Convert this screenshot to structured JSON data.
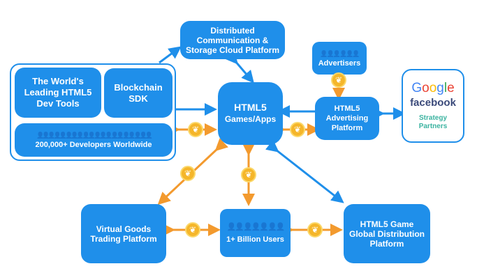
{
  "nodes": {
    "cloud": {
      "line1": "Distributed",
      "line2": "Communication &",
      "line3": "Storage Cloud Platform"
    },
    "dev_tools": {
      "line1": "The World's",
      "line2": "Leading HTML5",
      "line3": "Dev Tools"
    },
    "blockchain": {
      "line1": "Blockchain",
      "line2": "SDK"
    },
    "developers": {
      "people": "👤👤👤👤👤👤👤👤👤👤👤👤👤👤👤👤👤👤👤👤",
      "label": "200,000+ Developers Worldwide"
    },
    "center": {
      "line1": "HTML5",
      "line2": "Games/Apps"
    },
    "advertisers": {
      "people": "👤👤👤👤👤👤",
      "label": "Advertisers"
    },
    "ad_platform": {
      "line1": "HTML5",
      "line2": "Advertising",
      "line3": "Platform"
    },
    "partners": {
      "google": "Google",
      "facebook": "facebook",
      "line1": "Strategy",
      "line2": "Partners"
    },
    "virtual_goods": {
      "line1": "Virtual Goods",
      "line2": "Trading Platform"
    },
    "users": {
      "people": "👤👤👤👤👤👤👤",
      "label": "1+ Billion Users"
    },
    "distribution": {
      "line1": "HTML5 Game",
      "line2": "Global Distribution",
      "line3": "Platform"
    }
  },
  "colors": {
    "blue": "#1f8fea",
    "orange": "#f39a2e",
    "coin": "#f5b62a"
  },
  "icons": {
    "coin": "token-coin-icon",
    "person": "person-icon"
  }
}
